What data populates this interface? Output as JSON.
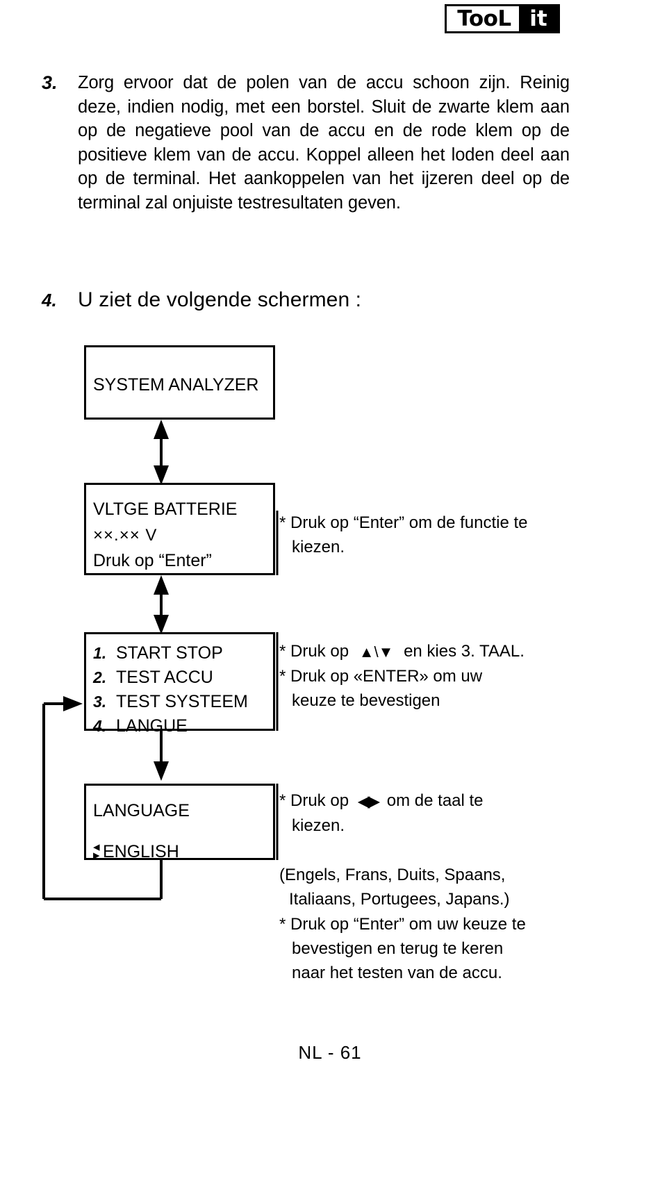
{
  "logo": {
    "left_text": "TooL",
    "right_text": "it"
  },
  "steps": [
    {
      "number": "3.",
      "text": "Zorg ervoor dat de polen van de accu schoon zijn. Reinig deze, indien nodig, met een borstel. Sluit de zwarte klem aan op de negatieve pool van de accu en de rode klem op de positieve klem van de accu. Koppel alleen het loden deel aan op de terminal. Het aankoppelen van het ijzeren deel op de terminal zal onjuiste testresultaten geven."
    }
  ],
  "section4": {
    "number": "4.",
    "title": "U ziet de volgende schermen :"
  },
  "screens": [
    {
      "id": "system-analyzer",
      "lines": [
        "SYSTEM ANALYZER"
      ]
    },
    {
      "id": "voltage-battery",
      "lines": [
        "VLTGE BATTERIE",
        "××.×× V",
        "Druk op “Enter”"
      ]
    },
    {
      "id": "main-menu",
      "items": [
        {
          "index": "1.",
          "label": "START STOP"
        },
        {
          "index": "2.",
          "label": "TEST ACCU"
        },
        {
          "index": "3.",
          "label": "TEST SYSTEEM"
        },
        {
          "index": "4.",
          "label": "LANGUE"
        }
      ]
    },
    {
      "id": "language",
      "title": "LANGUAGE",
      "selected": "ENGLISH"
    }
  ],
  "notes": {
    "enter_function": {
      "line1": "* Druk op “Enter” om de functie te",
      "line2": "kiezen."
    },
    "menu_nav": {
      "line1_pre": "* Druk op",
      "line1_glyph": "▲\\▼",
      "line1_post": "en kies 3. TAAL.",
      "line2": "* Druk op «ENTER» om uw",
      "line3": "keuze te bevestigen"
    },
    "language_nav": {
      "line1_pre": "* Druk op",
      "line1_glyph": "◀▶",
      "line1_post": "om de taal te",
      "line2": "kiezen."
    },
    "language_list": {
      "line1": "(Engels, Frans, Duits, Spaans,",
      "line2": "Italiaans, Portugees, Japans.)"
    },
    "confirm": {
      "line1": "* Druk op “Enter” om uw keuze te",
      "line2": "bevestigen en terug te keren",
      "line3": "naar het testen van de accu."
    }
  },
  "footer": {
    "page": "NL - 61"
  }
}
